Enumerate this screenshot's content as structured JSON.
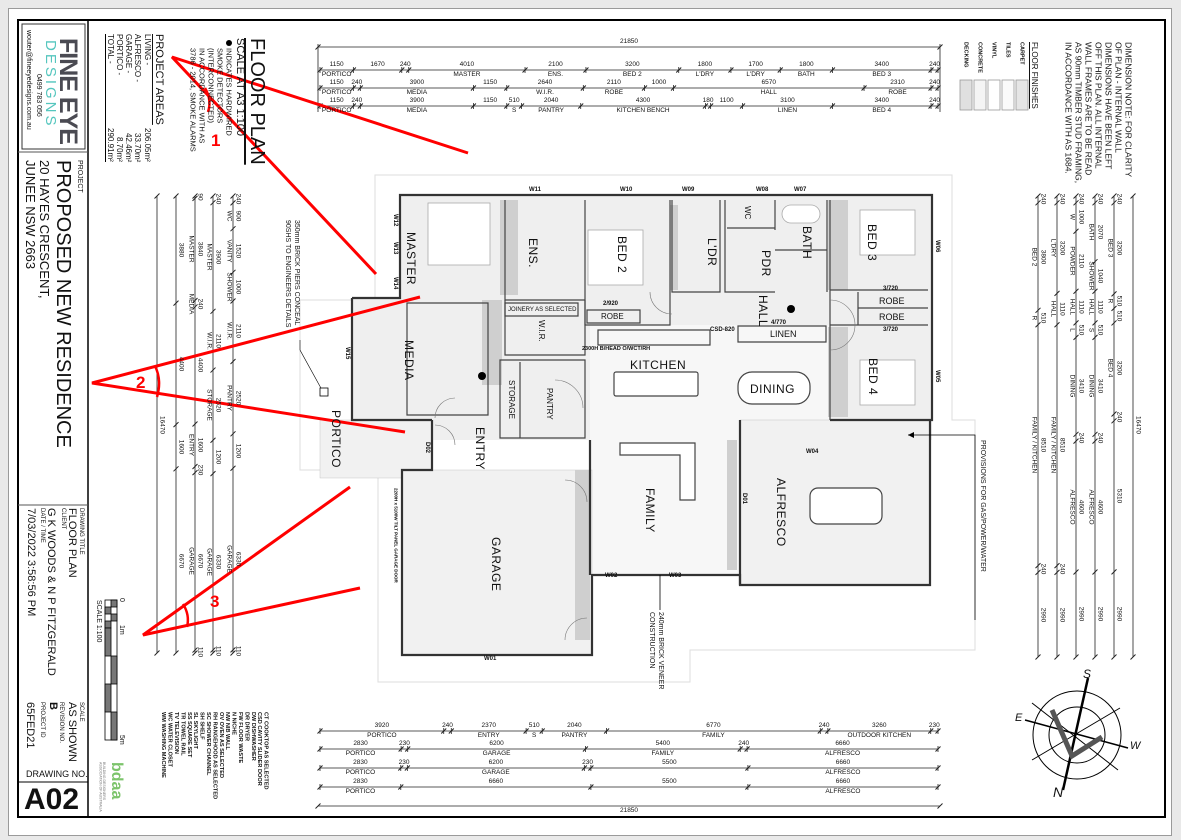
{
  "title_block": {
    "logo": {
      "line1": "FINE EYE",
      "line2": "DESIGNS",
      "phone": "0499 783 056",
      "email": "wouter@fineeyedesigns.com.au"
    },
    "project_label": "PROJECT",
    "project_name": "PROPOSED NEW RESIDENCE",
    "address1": "20 HAYES CRESCENT,",
    "address2": "JUNEE NSW 2663",
    "drawing_title_label": "DRAWING TITLE",
    "drawing_title": "FLOOR PLAN",
    "client_label": "CLIENT",
    "client": "G K WOODS & N P FITZGERALD",
    "date_label": "DATE / TIME",
    "date": "7/03/2022 3:58:56 PM",
    "scale_label": "SCALE",
    "scale": "AS SHOWN",
    "revision_label": "REVISION NO.",
    "revision": "B",
    "project_id_label": "PROJECT ID",
    "project_id": "65FED21",
    "drawing_no_label": "DRAWING NO.",
    "drawing_no": "A02"
  },
  "plan_heading": {
    "title": "FLOOR PLAN",
    "scale": "SCALE AT A3 1:100",
    "smoke_note": [
      "INDICATES HARDWIRED",
      "SMOKE DETECTORS",
      "(INTERCONNECTED)",
      "IN ACCORDANCE WITH AS",
      "3786 - 2014, SMOKE ALARMS"
    ],
    "areas_title": "PROJECT AREAS",
    "areas": [
      {
        "name": "LIVING -",
        "value": "206.05m²"
      },
      {
        "name": "ALFRESCO -",
        "value": "33.70m²"
      },
      {
        "name": "GARAGE -",
        "value": "42.46m²"
      },
      {
        "name": "PORTICO -",
        "value": "8.70m²"
      },
      {
        "name": "TOTAL -",
        "value": "290.91m²"
      }
    ]
  },
  "notes": {
    "dimension_note": [
      "DIMENSION NOTE: FOR CLARITY",
      "OF PLAN - INTERNAL WALL",
      "DIMENSIONS HAVE BEEN LEFT",
      "OFF THIS PLAN. ALL INTERNAL",
      "WALL FRAMES ARE TO BE READ",
      "AS 90mm TIMBER STUD FRAMING,",
      "IN ACCORDANCE WITH AS 1684."
    ],
    "finishes_title": "FLOOR FINISHES",
    "finishes": [
      "CARPET",
      "TILES",
      "VINYL",
      "CONCRETE",
      "DECKING"
    ],
    "brick_piers": [
      "350mm BRICK PIERS CONCEAL",
      "90SHS TO ENGINEERS DETAILS"
    ],
    "brick_veneer": [
      "240mm BRICK VENEER",
      "CONSTRUCTION"
    ],
    "gas": "PROVISIONS FOR GAS/POWER/WATER",
    "garage_door": "2200H x 5100W TILT PANEL GARAGE DOOR",
    "bulkhead": "2300H B/HEAD  O/WCT/RH"
  },
  "scale_bar": {
    "zero": "0",
    "one": "1m",
    "five": "5m",
    "label": "SCALE 1:100"
  },
  "abbreviations": [
    "CT  COOKTOP AS SELECTED",
    "CSD CAVITY SLIDER DOOR",
    "DW  DISHWASHER",
    "DR  DRYER",
    "FW  FLOOR WASTE",
    "N   NICHE",
    "NW  NIB WALL",
    "OV  OVEN AS SELECTED",
    "RH  RANGEHOOD AS SELECTED",
    "SC  SHOWER CHANNEL",
    "SH  SHELF",
    "SL  SKYLIGHT",
    "SS  SQUARE SET",
    "TR  TOWEL RAIL",
    "TV  TELEVISION",
    "WC  WATER CLOSET",
    "WM  WASHING MACHINE"
  ],
  "bdaa": {
    "mark": "bdaa",
    "text": "BUILDING DESIGNERS ASSOCIATION OF AUSTRALIA"
  },
  "rooms": {
    "master": "MASTER",
    "ens": "ENS.",
    "bed2": "BED 2",
    "ldr": "L'DR",
    "wc": "WC",
    "pdr": "PDR",
    "bath": "BATH",
    "bed3": "BED 3",
    "robe3": "ROBE",
    "robe4": "ROBE",
    "hall": "HALL",
    "linen": "LINEN",
    "bed4": "BED 4",
    "wir": "W.I.R.",
    "joinery": "JOINERY AS SELECTED",
    "robe2": "ROBE",
    "kitchen": "KITCHEN",
    "dining": "DINING",
    "media": "MEDIA",
    "storage": "STORAGE",
    "pantry": "PANTRY",
    "entry": "ENTRY",
    "portico": "PORTICO",
    "family": "FAMILY",
    "alfresco": "ALFRESCO",
    "garage": "GARAGE"
  },
  "openings": {
    "w11": "W11",
    "w10": "W10",
    "w09": "W09",
    "w08": "W08",
    "w07": "W07",
    "w06": "W06",
    "w05": "W05",
    "w12": "W12",
    "w13": "W13",
    "w14": "W14",
    "w15": "W15",
    "w04": "W04",
    "w02": "W02",
    "w03": "W03",
    "w01": "W01",
    "d01": "D01",
    "d02": "D02",
    "csd": "CSD-820",
    "robe_door2": "2/920",
    "robe_door3": "3/720",
    "robe_door4": "3/720",
    "linen_door": "4/770"
  },
  "dimensions": {
    "top_overall": "21850",
    "top": [
      [
        [
          "1150",
          "PORTICO"
        ],
        [
          "1670",
          ""
        ],
        [
          "240",
          ""
        ],
        [
          "4010",
          "MASTER"
        ],
        [
          "2100",
          "ENS."
        ],
        [
          "3200",
          "BED 2"
        ],
        [
          "1800",
          "L'DRY"
        ],
        [
          "1700",
          "L'DRY"
        ],
        [
          "1800",
          "BATH"
        ],
        [
          "3400",
          "BED 3"
        ],
        [
          "240",
          ""
        ]
      ],
      [
        [
          "1150",
          "PORTICO"
        ],
        [
          "240",
          ""
        ],
        [
          "3900",
          "MEDIA"
        ],
        [
          "1150",
          ""
        ],
        [
          "2640",
          "W.I.R."
        ],
        [
          "2110",
          "ROBE"
        ],
        [
          "1000",
          ""
        ],
        [
          "6570",
          "HALL"
        ],
        [
          "2310",
          "ROBE"
        ],
        [
          "240",
          ""
        ]
      ],
      [
        [
          "1150",
          "PORTICO"
        ],
        [
          "240",
          ""
        ],
        [
          "3900",
          "MEDIA"
        ],
        [
          "1150",
          ""
        ],
        [
          "510",
          "S"
        ],
        [
          "2040",
          "PANTRY"
        ],
        [
          "4300",
          "KITCHEN BENCH"
        ],
        [
          "180",
          ""
        ],
        [
          "1100",
          ""
        ],
        [
          "3100",
          "LINEN"
        ],
        [
          "3400",
          "BED 4"
        ],
        [
          "240",
          ""
        ]
      ]
    ],
    "bottom": [
      [
        [
          "3920",
          "PORTICO"
        ],
        [
          "240",
          ""
        ],
        [
          "2370",
          "ENTRY"
        ],
        [
          "510",
          "S"
        ],
        [
          "2040",
          "PANTRY"
        ],
        [
          "6770",
          "FAMILY"
        ],
        [
          "240",
          ""
        ],
        [
          "3260",
          "OUTDOOR KITCHEN"
        ],
        [
          "230",
          ""
        ]
      ],
      [
        [
          "2830",
          "PORTICO"
        ],
        [
          "230",
          ""
        ],
        [
          "6200",
          "GARAGE"
        ],
        [
          "5400",
          "FAMILY"
        ],
        [
          "240",
          ""
        ],
        [
          "6660",
          "ALFRESCO"
        ]
      ],
      [
        [
          "2830",
          "PORTICO"
        ],
        [
          "230",
          ""
        ],
        [
          "6200",
          "GARAGE"
        ],
        [
          "230",
          ""
        ],
        [
          "5500",
          ""
        ],
        [
          "6660",
          "ALFRESCO"
        ]
      ],
      [
        [
          "2830",
          "PORTICO"
        ],
        [
          "6660",
          ""
        ],
        [
          "5500",
          ""
        ],
        [
          "6660",
          "ALFRESCO"
        ]
      ]
    ],
    "bottom_overall": "21850",
    "left": [
      [
        [
          "240",
          ""
        ],
        [
          "900",
          "WC"
        ],
        [
          "1520",
          "VANITY"
        ],
        [
          "1000",
          "SHOWER"
        ],
        [
          "2110",
          "W.I.R."
        ],
        [
          "2520",
          "PANTRY"
        ],
        [
          "1200",
          ""
        ],
        [
          "6330",
          "GARAGE"
        ],
        [
          "110",
          ""
        ]
      ],
      [
        [
          "240",
          ""
        ],
        [
          "3900",
          "MASTER"
        ],
        [
          "2110",
          "W.I.R."
        ],
        [
          "2520",
          "STORAGE"
        ],
        [
          "1200",
          ""
        ],
        [
          "6330",
          "GARAGE"
        ],
        [
          "110",
          ""
        ]
      ],
      [
        [
          "90",
          ""
        ],
        [
          "3840",
          "MASTER"
        ],
        [
          "240",
          "MEDIA"
        ],
        [
          "4400",
          ""
        ],
        [
          "1600",
          "ENTRY"
        ],
        [
          "230",
          ""
        ],
        [
          "6670",
          "GARAGE"
        ],
        [
          "110",
          ""
        ]
      ],
      [
        [
          "3880",
          ""
        ],
        [
          "4400",
          ""
        ],
        [
          "1600",
          ""
        ],
        [
          "6670",
          ""
        ]
      ]
    ],
    "left_overall": "16470",
    "right": [
      [
        [
          "240",
          ""
        ],
        [
          "3200",
          "BED 3"
        ],
        [
          "510",
          "R"
        ],
        [
          "510",
          ""
        ],
        [
          "3200",
          "BED 4"
        ],
        [
          "240",
          ""
        ],
        [
          "5310",
          ""
        ],
        [
          "2990",
          ""
        ]
      ],
      [
        [
          "240",
          ""
        ],
        [
          "2070",
          "BATH"
        ],
        [
          "1040",
          "SHOWER"
        ],
        [
          "1110",
          "HALL"
        ],
        [
          "510",
          "S"
        ],
        [
          "3410",
          "DINING"
        ],
        [
          "240",
          ""
        ],
        [
          "4600",
          "ALFRESCO"
        ],
        [
          "2990",
          ""
        ]
      ],
      [
        [
          "240",
          ""
        ],
        [
          "1000",
          "W"
        ],
        [
          "2110",
          "POWDER"
        ],
        [
          "1110",
          "HALL"
        ],
        [
          "510",
          "L"
        ],
        [
          "3410",
          "DINING"
        ],
        [
          "240",
          ""
        ],
        [
          "4600",
          "ALFRESCO"
        ],
        [
          "2990",
          ""
        ]
      ],
      [
        [
          "240",
          ""
        ],
        [
          "3200",
          "L'DRY"
        ],
        [
          "1110",
          "HALL"
        ],
        [
          "8510",
          "FAMILY / KITCHEN"
        ],
        [
          "240",
          ""
        ],
        [
          "2990",
          ""
        ]
      ],
      [
        [
          "240",
          ""
        ],
        [
          "3800",
          "BED 2"
        ],
        [
          "510",
          "R"
        ],
        [
          "8510",
          "FAMILY / KITCHEN"
        ],
        [
          "240",
          ""
        ],
        [
          "2990",
          ""
        ]
      ]
    ],
    "right_overall": "16470"
  },
  "compass": {
    "n": "N",
    "s": "S",
    "e": "E",
    "w": "W"
  },
  "annotations": {
    "one": "1",
    "two": "2",
    "three": "3",
    "color": "#ff0000"
  }
}
